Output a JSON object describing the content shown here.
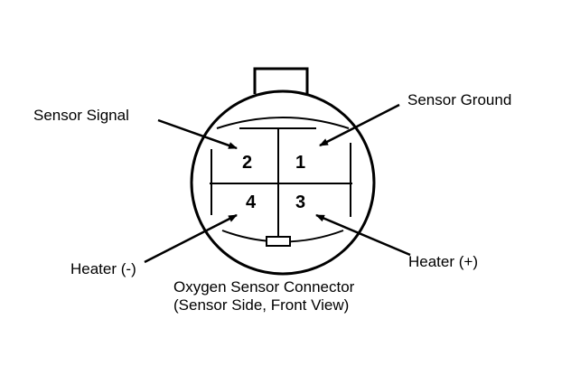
{
  "labels": {
    "sensor_signal": "Sensor Signal",
    "sensor_ground": "Sensor Ground",
    "heater_minus": "Heater (-)",
    "heater_plus": "Heater (+)"
  },
  "pins": {
    "pin1": "1",
    "pin2": "2",
    "pin3": "3",
    "pin4": "4"
  },
  "caption": {
    "line1": "Oxygen Sensor Connector",
    "line2": "(Sensor Side, Front View)"
  },
  "colors": {
    "ink": "#000000",
    "background": "#ffffff"
  }
}
